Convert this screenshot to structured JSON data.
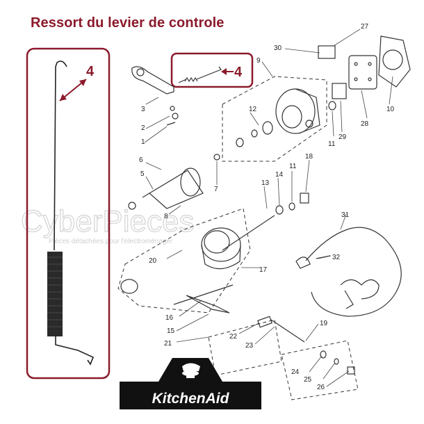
{
  "title": "Ressort du levier de controle",
  "callout_number": "4",
  "brand": "KitchenAid",
  "watermark": {
    "name": "CyberPieces",
    "tagline": "Pièces détachées pour l'électroménager"
  },
  "colors": {
    "accent": "#8b1a2b",
    "line": "#333333",
    "logo_bg": "#111111"
  },
  "part_numbers": [
    "1",
    "2",
    "3",
    "4",
    "5",
    "6",
    "7",
    "8",
    "9",
    "10",
    "11",
    "11",
    "12",
    "13",
    "14",
    "15",
    "16",
    "17",
    "18",
    "19",
    "20",
    "21",
    "22",
    "23",
    "24",
    "25",
    "26",
    "27",
    "28",
    "29",
    "30",
    "31",
    "32"
  ]
}
